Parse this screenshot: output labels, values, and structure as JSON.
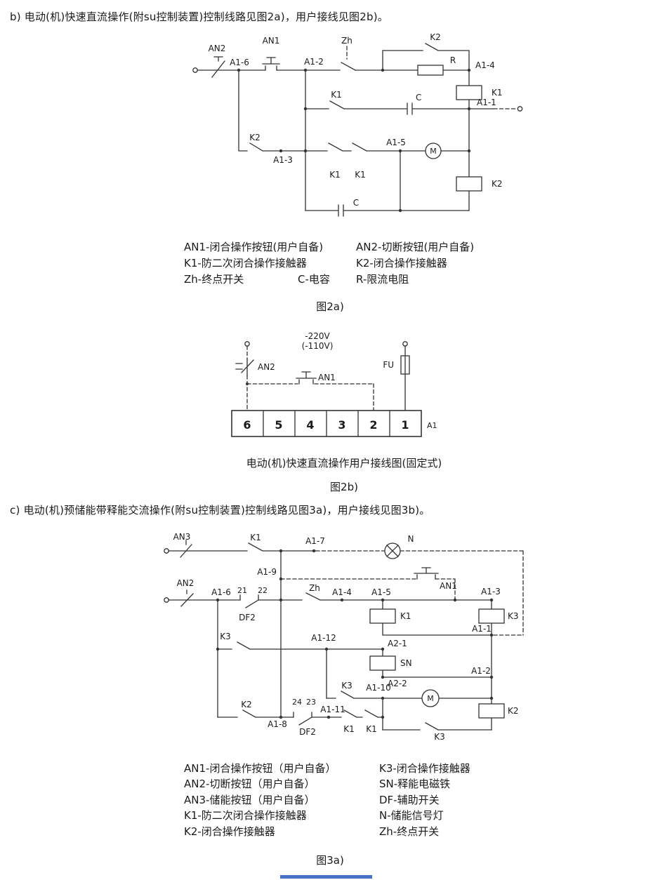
{
  "page": {
    "section_b": "b) 电动(机)快速直流操作(附su控制装置)控制线路见图2a)，用户接线见图2b)。",
    "section_c": "c) 电动(机)预储能带释能交流操作(附su控制装置)控制线路见图3a)，用户接线见图3b)。",
    "footer_bar_color": "#4472c4"
  },
  "fig2a": {
    "caption": "图2a)",
    "labels": {
      "an2": "AN2",
      "an1": "AN1",
      "zh": "Zh",
      "k2_top": "K2",
      "r": "R",
      "a1_6": "A1-6",
      "a1_2": "A1-2",
      "a1_4": "A1-4",
      "a1_1": "A1-1",
      "a1_3": "A1-3",
      "a1_5": "A1-5",
      "k1_contact": "K1",
      "c_mid": "C",
      "k1_coil": "K1",
      "k2_contact": "K2",
      "k1_par1": "K1",
      "k1_par2": "K1",
      "motor": "M",
      "k2_coil": "K2",
      "c_bottom": "C"
    },
    "legend": {
      "an1": "AN1-闭合操作按钮(用户自备)",
      "an2": "AN2-切断按钮(用户自备)",
      "k1": "K1-防二次闭合操作接触器",
      "k2": "K2-闭合操作接触器",
      "zh": "Zh-终点开关",
      "c": "C-电容",
      "r": "R-限流电阻"
    }
  },
  "fig2b": {
    "caption_title": "电动(机)快速直流操作用户接线图(固定式)",
    "caption": "图2b)",
    "labels": {
      "voltage_main": "-220V",
      "voltage_alt": "(-110V)",
      "an2": "AN2",
      "an1": "AN1",
      "fu": "FU",
      "a1": "A1"
    },
    "terminals": [
      "6",
      "5",
      "4",
      "3",
      "2",
      "1"
    ]
  },
  "fig3a": {
    "caption": "图3a)",
    "labels": {
      "an3": "AN3",
      "k1_contact": "K1",
      "a1_7": "A1-7",
      "n": "N",
      "a1_9": "A1-9",
      "an1": "AN1",
      "an2": "AN2",
      "a1_6": "A1-6",
      "t21": "21",
      "t22": "22",
      "df2_top": "DF2",
      "zh": "Zh",
      "a1_4": "A1-4",
      "a1_5": "A1-5",
      "a1_3": "A1-3",
      "k1_coil": "K1",
      "k3_coil": "K3",
      "a1_1": "A1-1",
      "k3_contact1": "K3",
      "a1_12": "A1-12",
      "a2_1": "A2-1",
      "sn_coil": "SN",
      "a2_2": "A2-2",
      "a1_2": "A1-2",
      "k3_contact2": "K3",
      "a1_10": "A1-10",
      "motor": "M",
      "k2_coil": "K2",
      "k2_contact": "K2",
      "a1_8": "A1-8",
      "t24": "24",
      "t23": "23",
      "df2_bottom": "DF2",
      "a1_11": "A1-11",
      "k1_c1": "K1",
      "k1_c2": "K1",
      "k3_contact3": "K3"
    },
    "legend_col1": [
      "AN1-闭合操作按钮（用户自备）",
      "AN2-切断按钮（用户自备）",
      "AN3-储能按钮（用户自备）",
      "K1-防二次闭合操作接触器",
      "K2-闭合操作接触器"
    ],
    "legend_col2": [
      "K3-闭合操作接触器",
      "SN-释能电磁铁",
      "DF-辅助开关",
      "N-储能信号灯",
      "Zh-终点开关"
    ]
  }
}
